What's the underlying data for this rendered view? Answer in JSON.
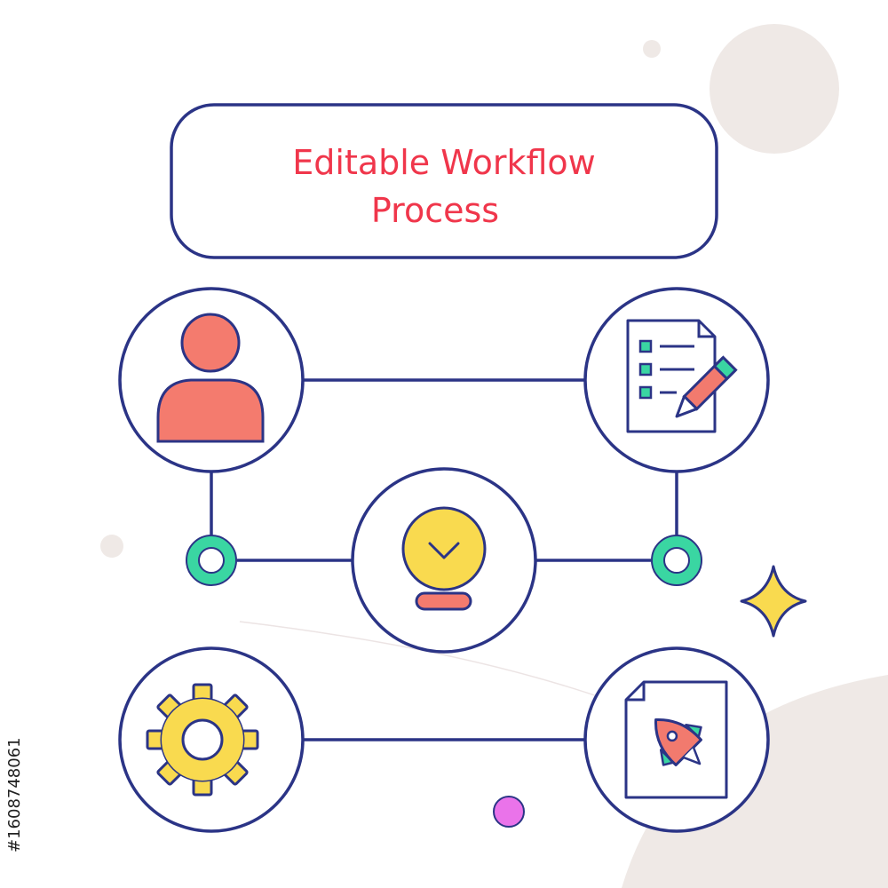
{
  "title": {
    "line1": "Editable Workflow",
    "line2": "Process"
  },
  "nodes": [
    {
      "id": "user",
      "icon": "user-icon"
    },
    {
      "id": "checklist",
      "icon": "checklist-pencil-icon"
    },
    {
      "id": "idea",
      "icon": "lightbulb-icon"
    },
    {
      "id": "settings",
      "icon": "gear-icon"
    },
    {
      "id": "launch",
      "icon": "rocket-document-icon"
    }
  ],
  "watermark": "#1608748061",
  "colors": {
    "outline": "#2b3486",
    "title": "#f0364b",
    "user": "#f47b6e",
    "accent_green": "#3ad6a2",
    "accent_yellow": "#f9da4f",
    "accent_pink": "#f27a6e",
    "decor_gray": "#efe9e6",
    "decor_magenta": "#ea73ea"
  }
}
